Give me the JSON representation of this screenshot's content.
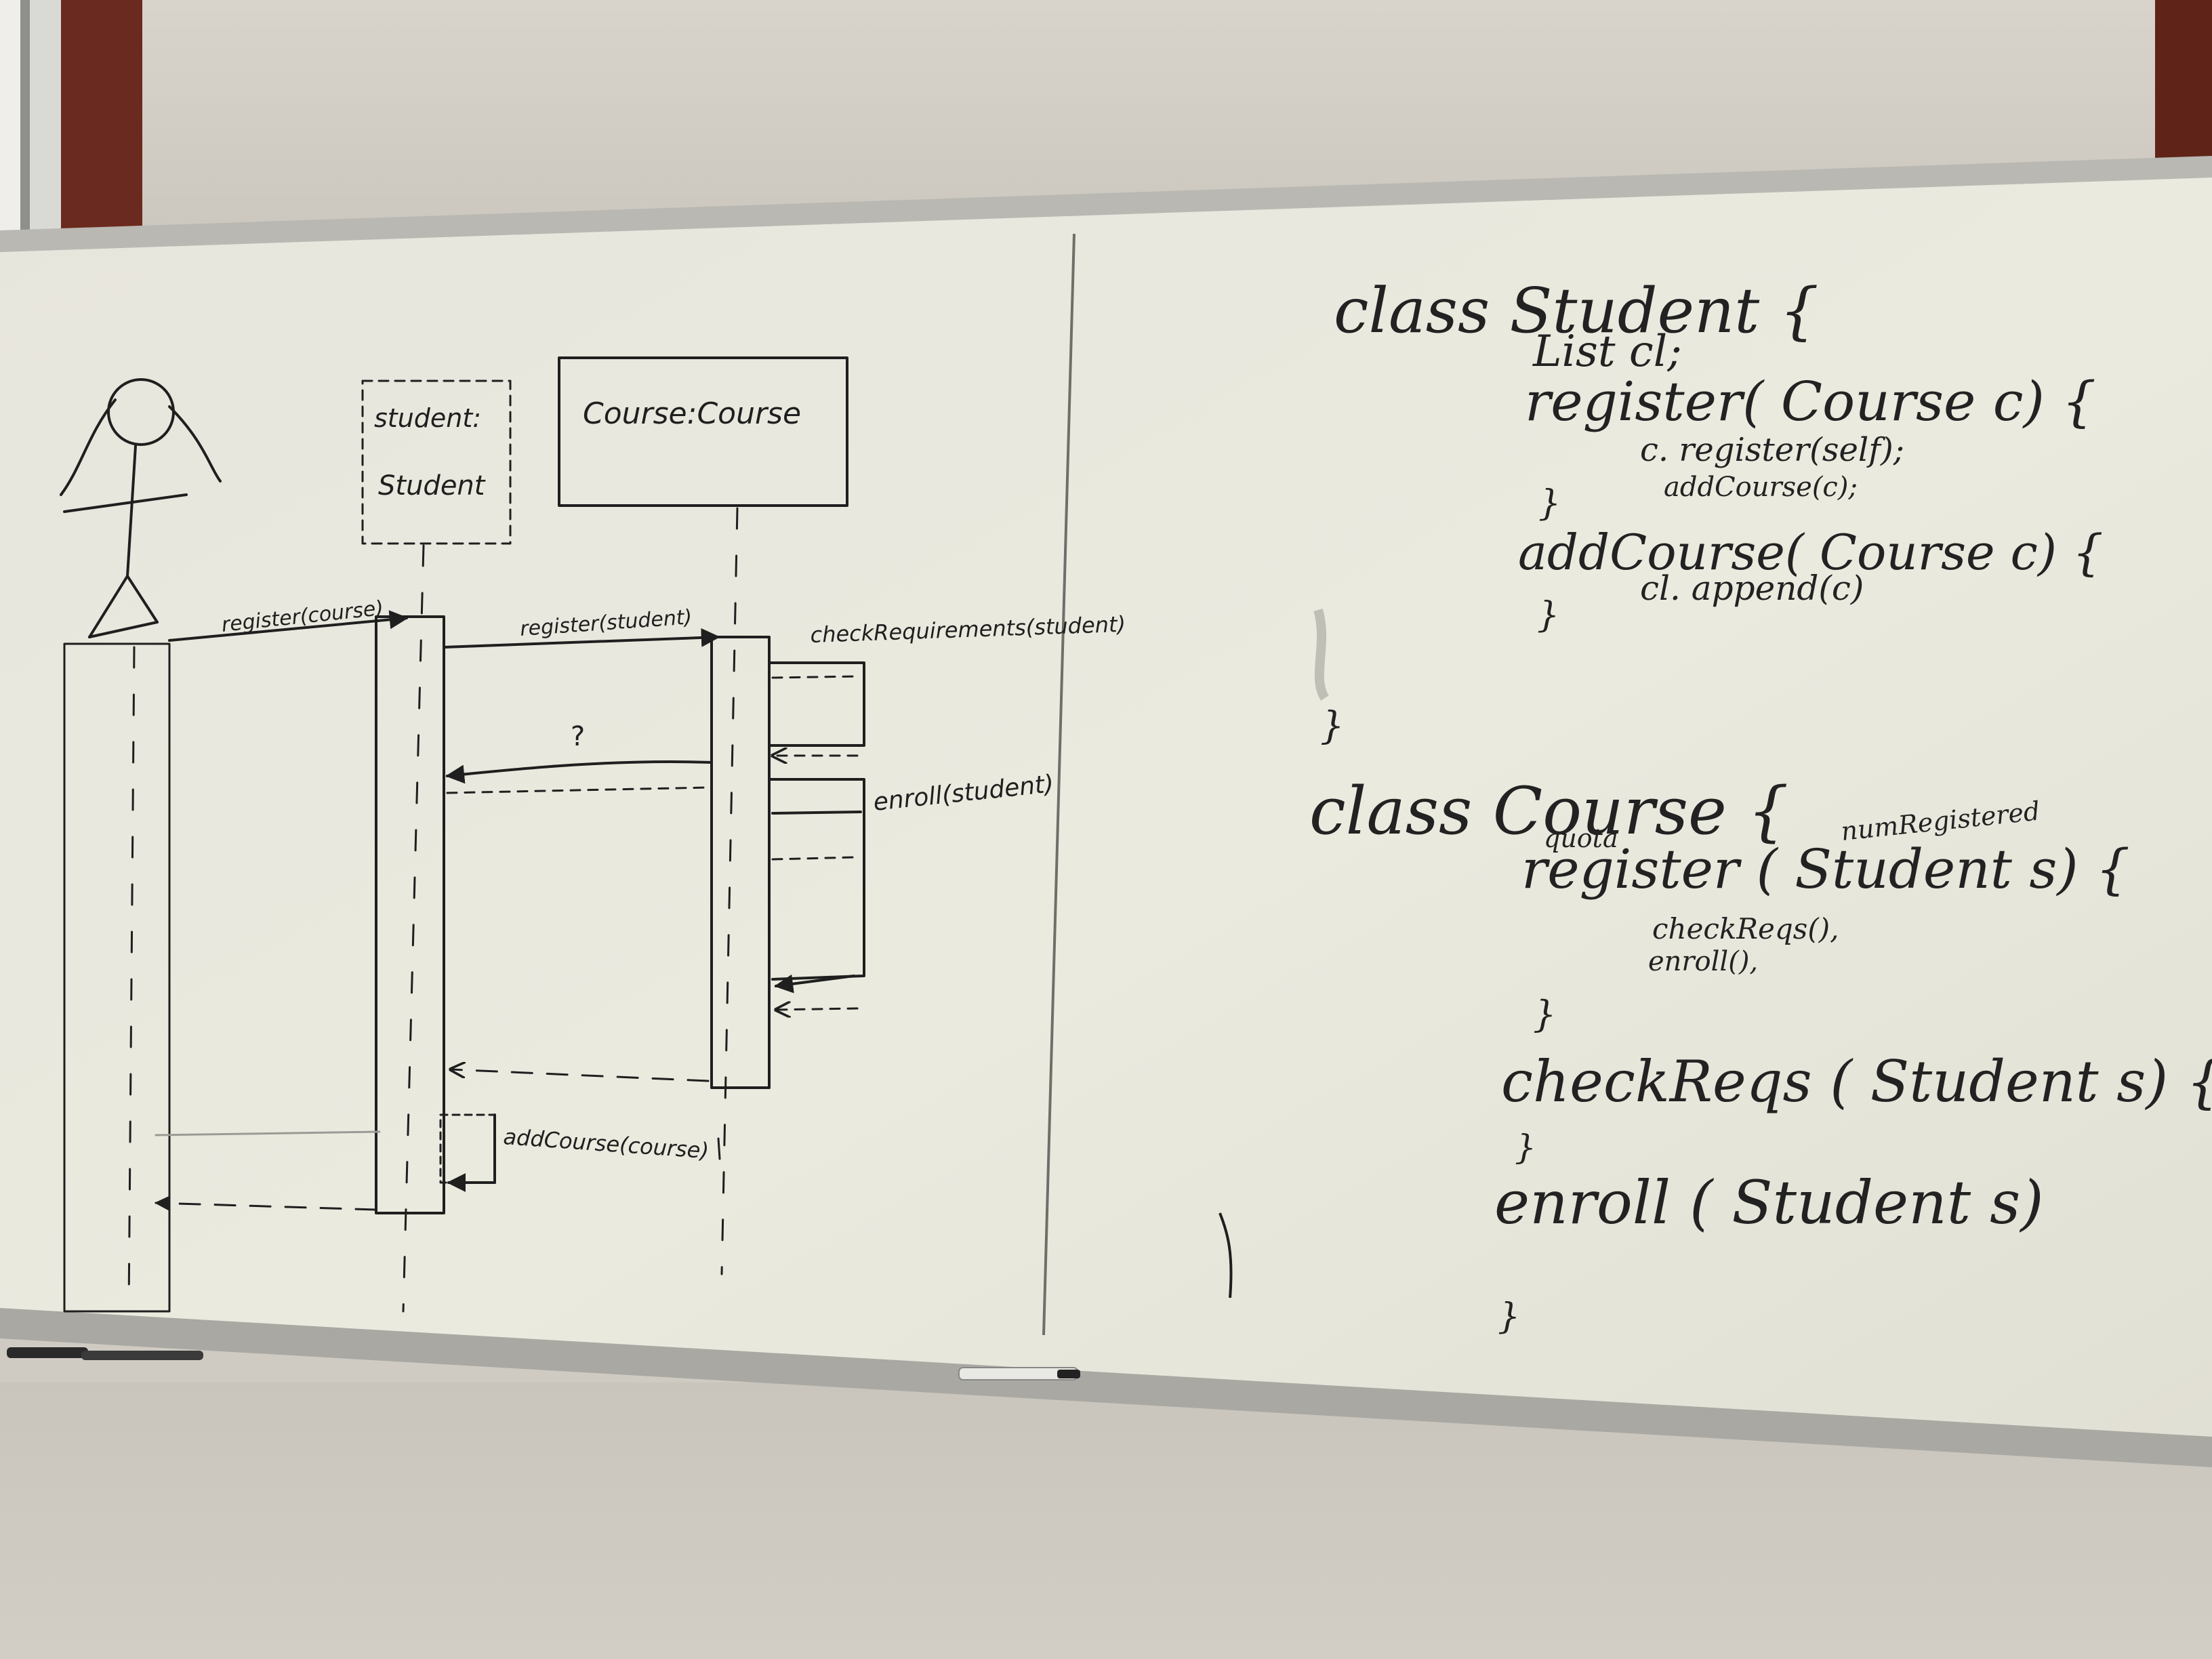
{
  "sequence_diagram": {
    "lifeline_student": [
      "student:",
      "Student"
    ],
    "lifeline_course": "Course:Course",
    "messages": [
      "register(course)",
      "register(student)",
      "checkRequirements(student)",
      "?",
      "enroll(student)",
      "addCourse(course)"
    ]
  },
  "code_student": [
    "class Student {",
    "List cl;",
    "register( Course c) {",
    "c. register(self);",
    "addCourse(c);",
    "}",
    "addCourse( Course c) {",
    "cl. append(c)",
    "}",
    "}"
  ],
  "code_course": [
    "class Course {",
    "quota",
    "numRegistered",
    "register ( Student s) {",
    "checkReqs(),",
    "enroll(),",
    "}",
    "checkReqs ( Student s) {",
    "}",
    "enroll ( Student s)",
    "}"
  ]
}
